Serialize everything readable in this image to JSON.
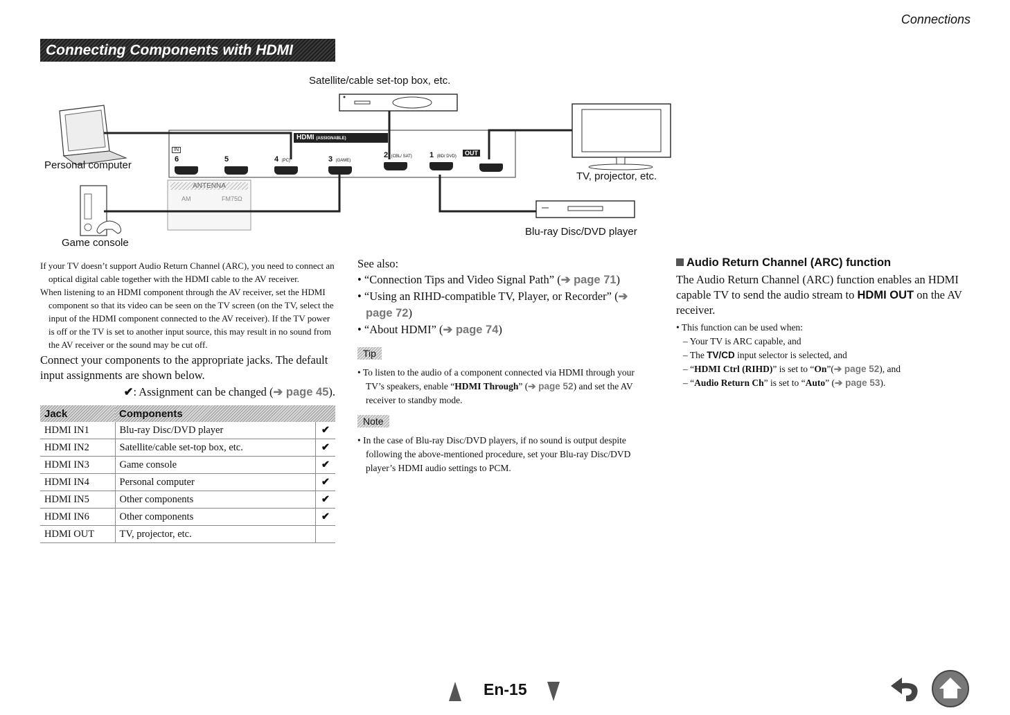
{
  "header": {
    "section": "Connections"
  },
  "title": "Connecting Components with HDMI",
  "diagram": {
    "satellite_label": "Satellite/cable set-top box, etc.",
    "pc_label": "Personal computer",
    "game_label": "Game console",
    "tv_label": "TV, projector, etc.",
    "bluray_label": "Blu-ray Disc/DVD player",
    "panel_title": "HDMI",
    "panel_sub": "(ASSIGNABLE)",
    "in_label": "IN",
    "out_label": "OUT",
    "jacks": [
      {
        "num": "6",
        "sub": ""
      },
      {
        "num": "5",
        "sub": ""
      },
      {
        "num": "4",
        "sub": "(PC)"
      },
      {
        "num": "3",
        "sub": "(GAME)"
      },
      {
        "num": "2",
        "sub": "(CBL/ SAT)"
      },
      {
        "num": "1",
        "sub": "(BD/ DVD)"
      }
    ],
    "antenna_label": "ANTENNA",
    "am_label": "AM",
    "fm_label": "FM75Ω"
  },
  "footnotes": [
    "If your TV doesn’t support Audio Return Channel (ARC), you need to connect an optical digital cable together with the HDMI cable to the AV receiver.",
    "When listening to an HDMI component through the AV receiver, set the HDMI component so that its video can be seen on the TV screen (on the TV, select the input of the HDMI component connected to the AV receiver). If the TV power is off or the TV is set to another input source, this may result in no sound from the AV receiver or the sound may be cut off."
  ],
  "intro": "Connect your components to the appropriate jacks. The default input assignments are shown below.",
  "assign_note": {
    "mark": "✔",
    "text": ": Assignment can be changed (",
    "ref": "➔ page 45",
    "end": ")."
  },
  "table": {
    "headers": [
      "Jack",
      "Components"
    ],
    "rows": [
      {
        "jack": "HDMI IN1",
        "comp": "Blu-ray Disc/DVD player",
        "check": "✔"
      },
      {
        "jack": "HDMI IN2",
        "comp": "Satellite/cable set-top box, etc.",
        "check": "✔"
      },
      {
        "jack": "HDMI IN3",
        "comp": "Game console",
        "check": "✔"
      },
      {
        "jack": "HDMI IN4",
        "comp": "Personal computer",
        "check": "✔"
      },
      {
        "jack": "HDMI IN5",
        "comp": "Other components",
        "check": "✔"
      },
      {
        "jack": "HDMI IN6",
        "comp": "Other components",
        "check": "✔"
      },
      {
        "jack": "HDMI OUT",
        "comp": "TV, projector, etc.",
        "check": ""
      }
    ]
  },
  "see_also": {
    "label": "See also:",
    "items": [
      {
        "text": "“Connection Tips and Video Signal Path” (",
        "ref": "➔ page 71",
        "end": ")"
      },
      {
        "text": "“Using an RIHD-compatible TV, Player, or Recorder” (",
        "ref": "➔ page 72",
        "end": ")"
      },
      {
        "text": "“About HDMI” (",
        "ref": "➔ page 74",
        "end": ")"
      }
    ]
  },
  "tip": {
    "label": "Tip",
    "pre": "To listen to the audio of a component connected via HDMI through your TV’s speakers, enable “",
    "bold": "HDMI Through",
    "mid": "” (",
    "ref": "➔ page 52",
    "post": ") and set the AV receiver to standby mode."
  },
  "note": {
    "label": "Note",
    "text": "In the case of Blu-ray Disc/DVD players, if no sound is output despite following the above-mentioned procedure, set your Blu-ray Disc/DVD player’s HDMI audio settings to PCM."
  },
  "arc": {
    "heading": "Audio Return Channel (ARC) function",
    "body_pre": "The Audio Return Channel (ARC) function enables an HDMI capable TV to send the audio stream to ",
    "body_bold": "HDMI OUT",
    "body_post": " on the AV receiver.",
    "when": "This function can be used when:",
    "c1": "Your TV is ARC capable, and",
    "c2_pre": "The ",
    "c2_bold": "TV/CD",
    "c2_post": " input selector is selected, and",
    "c3_a": "“",
    "c3_bold": "HDMI Ctrl (RIHD)",
    "c3_b": "” is set to “",
    "c3_on": "On",
    "c3_c": "”(",
    "c3_ref": "➔ page 52",
    "c3_end": "), and",
    "c4_a": "“",
    "c4_bold": "Audio Return Ch",
    "c4_b": "” is set to “",
    "c4_auto": "Auto",
    "c4_c": "” (",
    "c4_ref": "➔ page 53",
    "c4_end": ")."
  },
  "footer": {
    "page": "En-15"
  }
}
